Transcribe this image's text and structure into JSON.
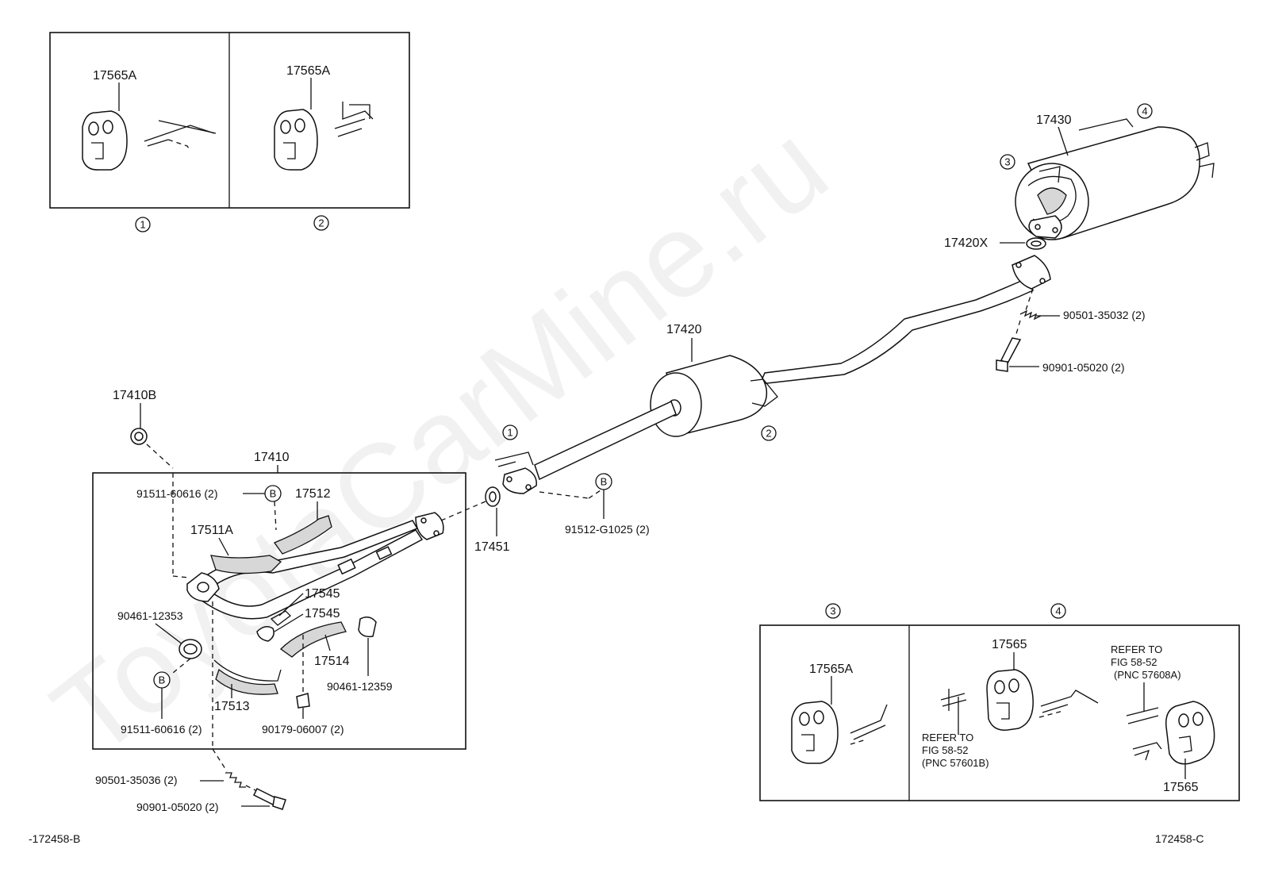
{
  "watermark": "ToyotaCarMine.ru",
  "callouts": {
    "c1": "1",
    "c2": "2",
    "c3": "3",
    "c4": "4",
    "b": "B"
  },
  "detail_1_2": {
    "label_1": "17565A",
    "label_2": "17565A"
  },
  "detail_3_4": {
    "label_3": "17565A",
    "label_4_top": "17565",
    "label_4_bottom": "17565",
    "refer_a_line1": "REFER TO",
    "refer_a_line2": "FIG 58-52",
    "refer_a_line3": "(PNC 57608A)",
    "refer_b_line1": "REFER TO",
    "refer_b_line2": "FIG 58-52",
    "refer_b_line3": "(PNC 57601B)"
  },
  "parts": {
    "p17430": "17430",
    "p17420X": "17420X",
    "p90501_35032": "90501-35032 (2)",
    "p90901_05020_top": "90901-05020 (2)",
    "p17420": "17420",
    "p17410B": "17410B",
    "p17410": "17410",
    "p91511_60616_top": "91511-60616 (2)",
    "p17512": "17512",
    "p17511A": "17511A",
    "p17451": "17451",
    "p91512_G1025": "91512-G1025 (2)",
    "p17545_a": "17545",
    "p17545_b": "17545",
    "p90461_12353": "90461-12353",
    "p17514": "17514",
    "p90461_12359": "90461-12359",
    "p17513": "17513",
    "p91511_60616_bottom": "91511-60616 (2)",
    "p90179_06007": "90179-06007 (2)",
    "p90501_35036": "90501-35036 (2)",
    "p90901_05020_bottom": "90901-05020 (2)"
  },
  "footer": {
    "left_code": "-172458-B",
    "right_code": "172458-C"
  }
}
